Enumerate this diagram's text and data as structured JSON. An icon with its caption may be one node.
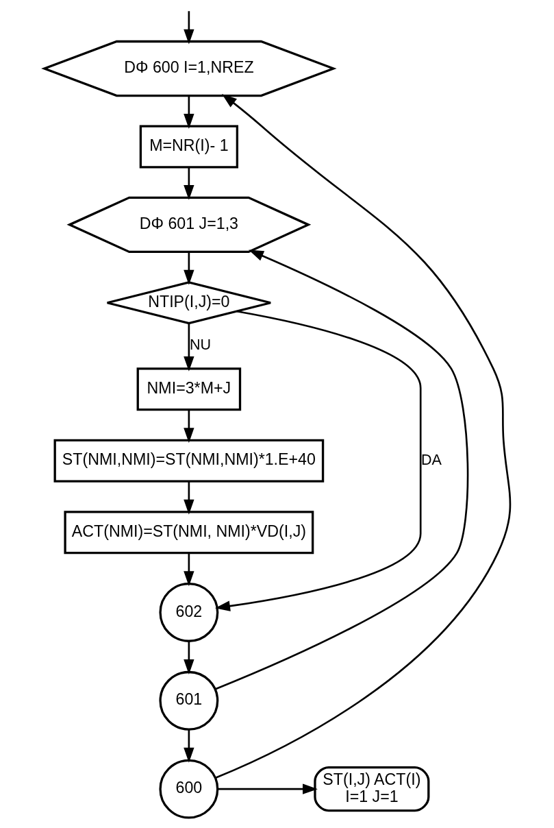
{
  "diagram": {
    "nodes": [
      {
        "text": [
          "DΦ 600 I=1,NREZ"
        ]
      },
      {
        "text": [
          "M=NR(I)- 1"
        ]
      },
      {
        "text": [
          "DΦ 601 J=1,3"
        ]
      },
      {
        "text": [
          "NTIP(I,J)=0"
        ]
      },
      {
        "text": [
          "NMI=3*M+J"
        ]
      },
      {
        "text": [
          "ST(NMI,NMI)=ST(NMI,NMI)*1.E+40"
        ]
      },
      {
        "text": [
          "ACT(NMI)=ST(NMI, NMI)*VD(I,J)"
        ]
      },
      {
        "text": [
          "602"
        ]
      },
      {
        "text": [
          "601"
        ]
      },
      {
        "text": [
          "600"
        ]
      },
      {
        "text": [
          "ST(I,J) ACT(I)",
          "I=1 J=1"
        ]
      }
    ],
    "edges": [
      {
        "from": null,
        "to": 0,
        "arrow": "to"
      },
      {
        "from": 0,
        "to": 1,
        "arrow": "to"
      },
      {
        "from": 1,
        "to": 2,
        "arrow": "to"
      },
      {
        "from": 2,
        "to": 3,
        "arrow": "to"
      },
      {
        "from": 3,
        "to": 4,
        "arrow": "to",
        "label": "NU"
      },
      {
        "from": 3,
        "to": 7,
        "arrow": "to",
        "label": "DA"
      },
      {
        "from": 4,
        "to": 5,
        "arrow": "to"
      },
      {
        "from": 5,
        "to": 6,
        "arrow": "to"
      },
      {
        "from": 6,
        "to": 7,
        "arrow": "to"
      },
      {
        "from": 7,
        "to": 8,
        "arrow": "to"
      },
      {
        "from": 8,
        "to": 2,
        "arrow": "to"
      },
      {
        "from": 8,
        "to": 9,
        "arrow": "to"
      },
      {
        "from": 9,
        "to": 0,
        "arrow": "to"
      },
      {
        "from": 9,
        "to": 10,
        "arrow": "to"
      }
    ]
  }
}
